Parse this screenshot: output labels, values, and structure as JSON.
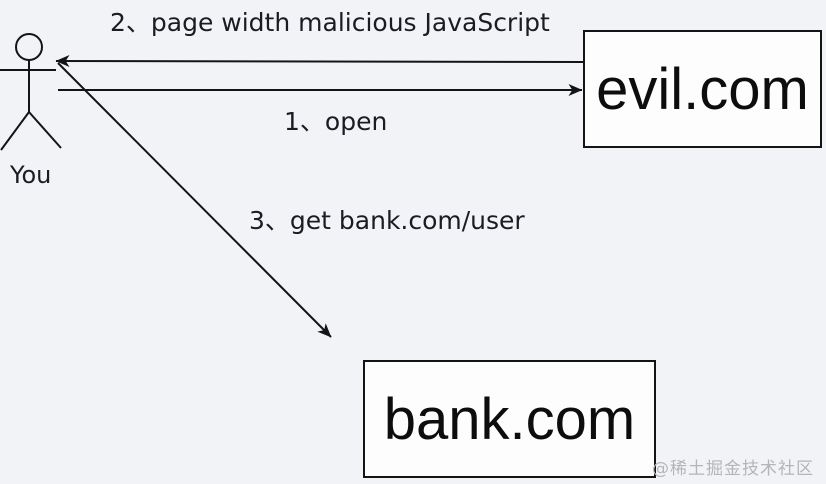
{
  "colors": {
    "background": "#f2f3f6",
    "line": "#141414",
    "text": "#1b1b24",
    "box_fill": "#fdfdfe",
    "watermark": "#b5b5b8"
  },
  "actor": {
    "label": "You"
  },
  "nodes": {
    "evil": {
      "label": "evil.com"
    },
    "bank": {
      "label": "bank.com"
    }
  },
  "edges": {
    "open": {
      "label": "1、open",
      "from": "You",
      "to": "evil.com"
    },
    "malicious_page": {
      "label": "2、page width malicious JavaScript",
      "from": "evil.com",
      "to": "You"
    },
    "get_user": {
      "label": "3、get bank.com/user",
      "from": "You",
      "to": "bank.com"
    }
  },
  "watermark": {
    "text": "@稀土掘金技术社区"
  }
}
